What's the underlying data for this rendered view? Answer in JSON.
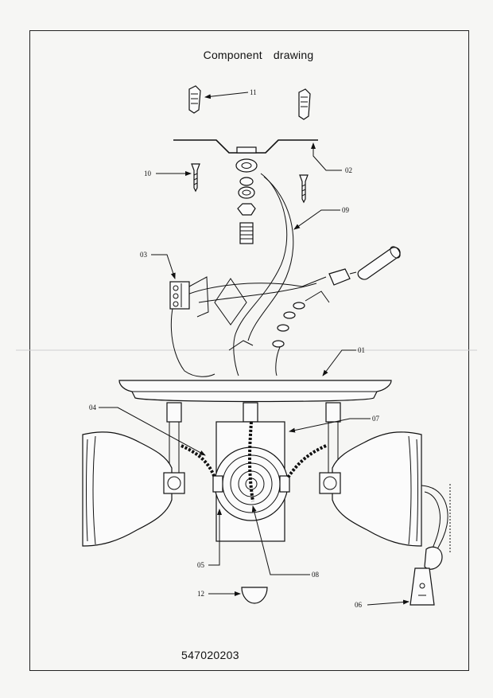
{
  "title": "Component   drawing",
  "part_code": "547020203",
  "callouts": {
    "c01": "01",
    "c02": "02",
    "c03": "03",
    "c04": "04",
    "c05": "05",
    "c06": "06",
    "c07": "07",
    "c08": "08",
    "c09": "09",
    "c10": "10",
    "c11": "11",
    "c12": "12"
  }
}
